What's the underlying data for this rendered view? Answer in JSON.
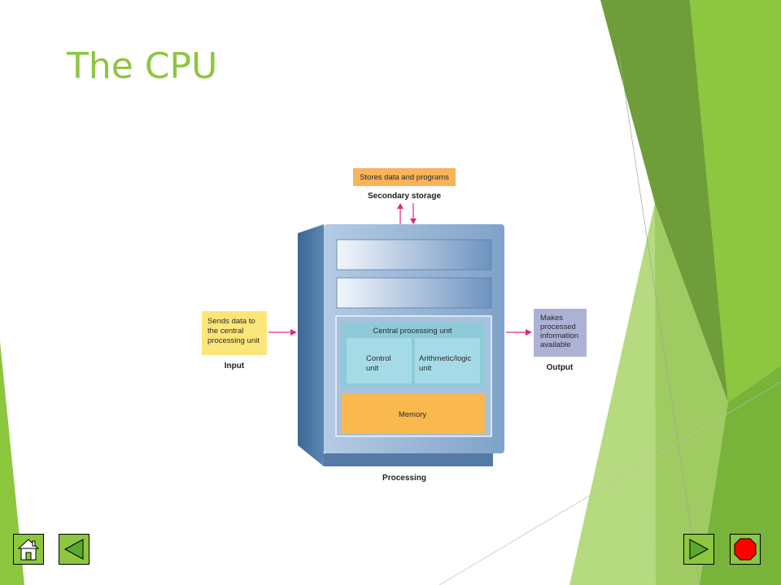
{
  "slide": {
    "title": "The CPU"
  },
  "diagram": {
    "secondary_storage": {
      "box_text": "Stores data and programs",
      "caption": "Secondary storage"
    },
    "input": {
      "box_lines": [
        "Sends data to",
        "the central",
        "processing unit"
      ],
      "caption": "Input"
    },
    "output": {
      "box_lines": [
        "Makes",
        "processed",
        "information",
        "available"
      ],
      "caption": "Output"
    },
    "processing": {
      "cpu_label": "Central processing unit",
      "control_unit_lines": [
        "Control",
        "unit"
      ],
      "alu_lines": [
        "Arithmetic/logic",
        "unit"
      ],
      "memory_label": "Memory",
      "caption": "Processing"
    },
    "colors": {
      "storage_box": "#f9b35b",
      "input_box": "#fbe67a",
      "output_box": "#aeb1d6",
      "memory": "#f9b94e",
      "arrow": "#e0287f",
      "case": "#8fb2d6",
      "cpu": "#8ecbd9"
    }
  },
  "navigation": {
    "home": "home-icon",
    "back": "back-arrow-icon",
    "forward": "forward-arrow-icon",
    "stop": "stop-icon"
  },
  "theme": {
    "title_color": "#8dc63f",
    "nav_green": "#8dc63f"
  }
}
